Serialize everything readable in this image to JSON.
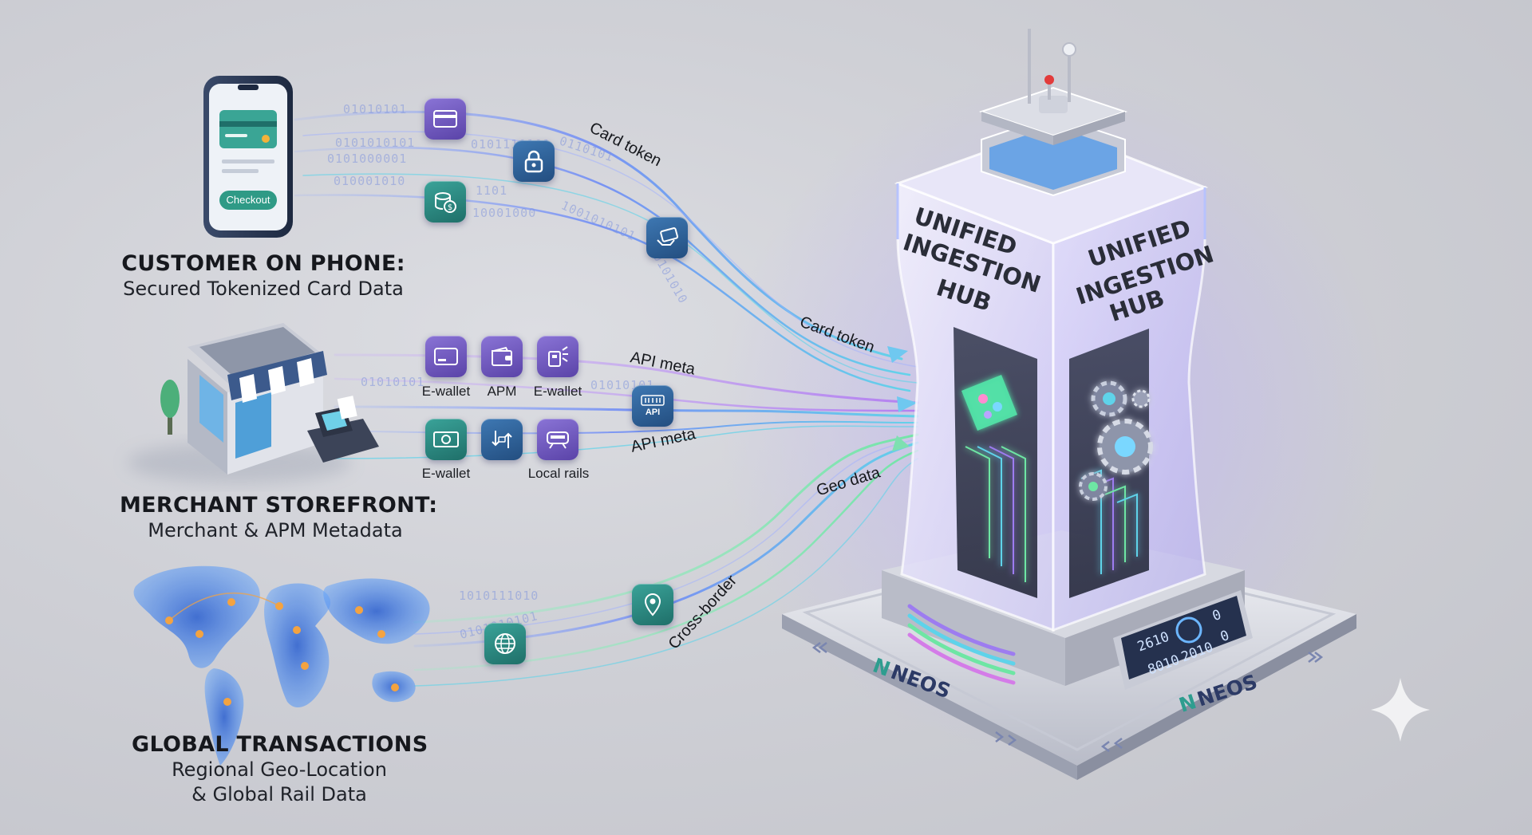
{
  "sources": {
    "customer": {
      "title": "CUSTOMER ON PHONE:",
      "subtitle": "Secured Tokenized Card Data",
      "button": "Checkout"
    },
    "merchant": {
      "title": "MERCHANT STOREFRONT:",
      "subtitle": "Merchant & APM Metadata"
    },
    "global": {
      "title": "GLOBAL TRANSACTIONS",
      "subtitle_line1": "Regional Geo-Location",
      "subtitle_line2": "& Global Rail Data"
    }
  },
  "merchant_icons": {
    "row1": [
      "E-wallet",
      "APM",
      "E-wallet"
    ],
    "row2_left": "E-wallet",
    "row2_right": "Local rails"
  },
  "flow_labels": {
    "card_token_top": "Card token",
    "card_token_mid": "Card token",
    "api_meta_top": "API meta",
    "api_meta_bottom": "API meta",
    "geo_data": "Geo data",
    "cross_border": "Cross-border",
    "api_badge": "API"
  },
  "binary_streams": [
    "01010101",
    "0101010101",
    "0101000001",
    "010001010",
    "0101110101",
    "0110101",
    "10001000",
    "1101",
    "1001010101",
    "0101010",
    "01010101",
    "01010101",
    "1010111010",
    "0101010101"
  ],
  "hub": {
    "title_line1": "UNIFIED",
    "title_line2": "INGESTION",
    "title_line3": "HUB"
  },
  "brand": "NEOS",
  "display": {
    "values": [
      "2610",
      "8010",
      "2010",
      "0",
      "0"
    ]
  },
  "colors": {
    "stream_blue": "#6f8cf5",
    "stream_purple": "#b27cf0",
    "stream_green": "#6ee6a4",
    "stream_cyan": "#5cd6e8",
    "tile_purple": "#6b53c0",
    "tile_teal": "#2a8a82",
    "accent_checkout": "#2f9a86"
  }
}
